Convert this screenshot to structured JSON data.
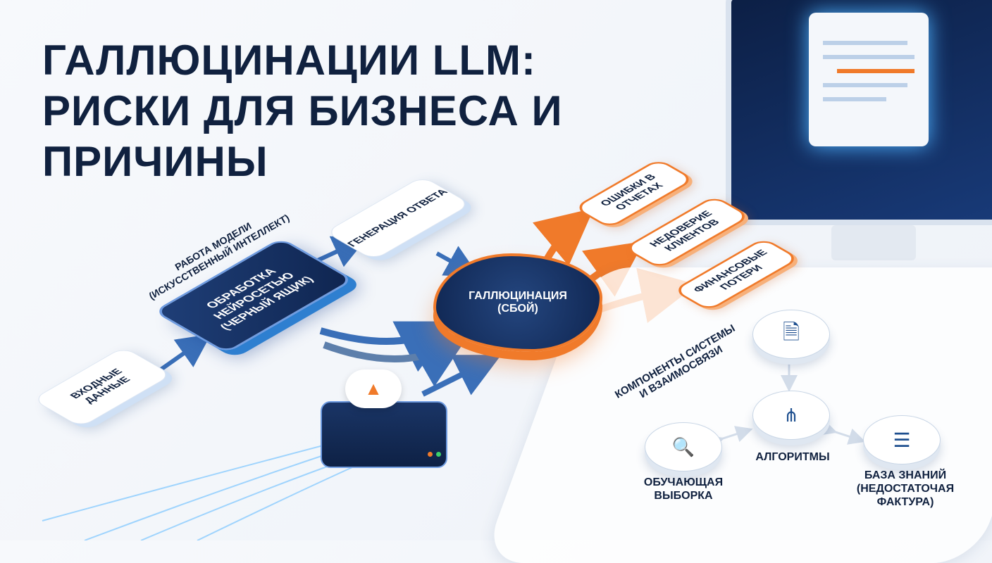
{
  "title": {
    "line1": "ГАЛЛЮЦИНАЦИИ LLM:",
    "line2": "РИСКИ ДЛЯ БИЗНЕСА И",
    "line3": "ПРИЧИНЫ"
  },
  "flow": {
    "input": "ВХОДНЫЕ ДАННЫЕ",
    "model_caption_1": "РАБОТА МОДЕЛИ",
    "model_caption_2": "(ИСКУССТВЕННЫЙ ИНТЕЛЛЕКТ)",
    "processing": "ОБРАБОТКА НЕЙРОСЕТЬЮ (ЧЕРНЫЙ ЯЩИК)",
    "generation": "ГЕНЕРАЦИЯ ОТВЕТА",
    "hallucination_1": "ГАЛЛЮЦИНАЦИЯ",
    "hallucination_2": "(СБОЙ)"
  },
  "risks": [
    "ОШИБКИ В ОТЧЕТАХ",
    "НЕДОВЕРИЕ КЛИЕНТОВ",
    "ФИНАНСОВЫЕ ПОТЕРИ"
  ],
  "components": {
    "caption_1": "КОМПОНЕНТЫ СИСТЕМЫ",
    "caption_2": "И ВЗАИМОСВЯЗИ",
    "algorithms": "АЛГОРИТМЫ",
    "training_1": "ОБУЧАЮЩАЯ",
    "training_2": "ВЫБОРКА",
    "kb_1": "БАЗА ЗНАНИЙ",
    "kb_2": "(НЕДОСТАТОЧАЯ",
    "kb_3": "ФАКТУРА)"
  },
  "colors": {
    "navy": "#10213f",
    "orange": "#f07a2a",
    "blue": "#2e7fd0"
  }
}
